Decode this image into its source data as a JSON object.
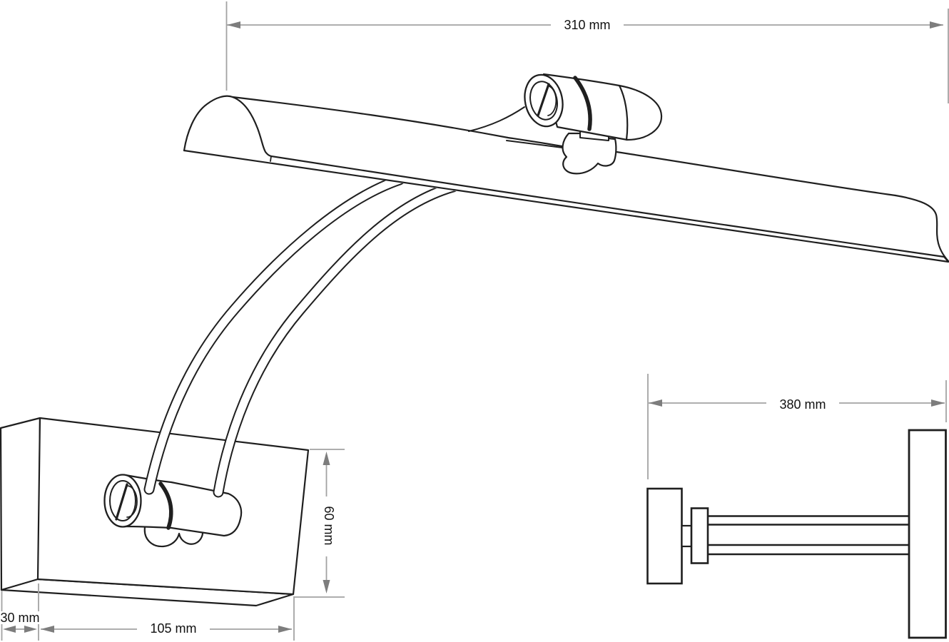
{
  "drawing": {
    "dimensions": {
      "shade_width": "310 mm",
      "wall_projection": "380 mm",
      "bracket_height": "60 mm",
      "bracket_depth": "30 mm",
      "bracket_width": "105 mm"
    },
    "colors": {
      "outline": "#1f1f1f",
      "dimension_line": "#a3a3a3",
      "arrowhead": "#7d7d7d",
      "label_text": "#111111",
      "background": "#ffffff"
    }
  }
}
